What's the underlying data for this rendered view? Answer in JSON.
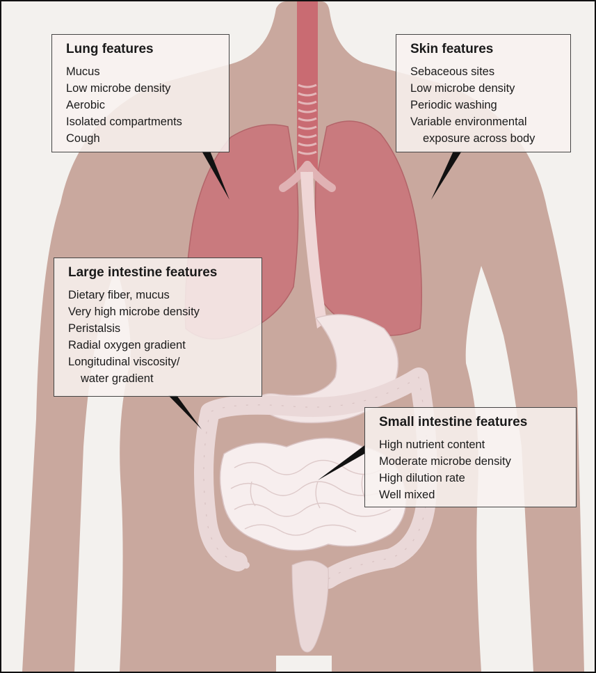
{
  "callouts": {
    "lung": {
      "title": "Lung features",
      "items": [
        "Mucus",
        "Low microbe density",
        "Aerobic",
        "Isolated compartments",
        "Cough"
      ]
    },
    "skin": {
      "title": "Skin features",
      "items": [
        "Sebaceous sites",
        "Low microbe density",
        "Periodic washing",
        "Variable environmental",
        "exposure across body"
      ]
    },
    "large_intestine": {
      "title": "Large intestine features",
      "items": [
        "Dietary fiber, mucus",
        "Very high microbe density",
        "Peristalsis",
        "Radial oxygen gradient",
        "Longitudinal viscosity/",
        "water gradient"
      ]
    },
    "small_intestine": {
      "title": "Small intestine features",
      "items": [
        "High nutrient content",
        "Moderate microbe density",
        "High dilution rate",
        "Well mixed"
      ]
    }
  },
  "colors": {
    "background": "#f3f1ee",
    "body": "#c9a89e",
    "lung": "#c97a7e",
    "trachea": "#c96b72",
    "gut": "#f3e6e6",
    "border": "#444444",
    "pointer": "#111111"
  }
}
